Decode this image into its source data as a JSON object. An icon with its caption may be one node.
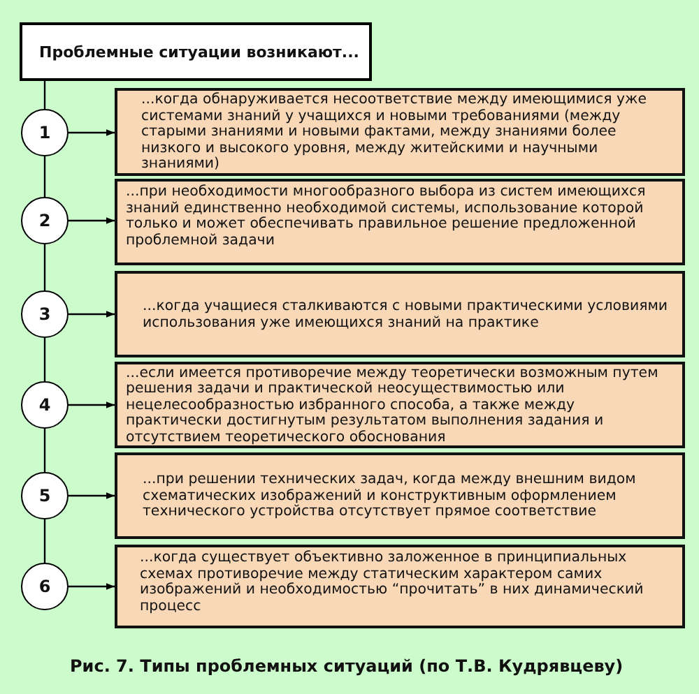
{
  "diagram": {
    "caption": "Рис. 7. Типы проблемных ситуаций (по Т.В. Кудрявцеву)",
    "nodes": [
      {
        "text": [
          "Проблемные ситуации возникают..."
        ]
      },
      {
        "text": [
          "1"
        ]
      },
      {
        "text": [
          "...когда обнаруживается несоответствие между имеющимися уже системами знаний у учащихся и новыми требованиями (между старыми знаниями и новыми фактами, между знаниями более низкого и высокого уровня, между житейскими и научными знаниями)"
        ]
      },
      {
        "text": [
          "2"
        ]
      },
      {
        "text": [
          "...при необходимости многообразного выбора из систем имеющихся знаний единственно необходимой системы, использование которой только и может обеспечивать правильное решение предложенной проблемной задачи"
        ]
      },
      {
        "text": [
          "3"
        ]
      },
      {
        "text": [
          "...когда учащиеся сталкиваются с новыми практическими условиями использования уже имеющихся знаний на практике"
        ]
      },
      {
        "text": [
          "4"
        ]
      },
      {
        "text": [
          "...если имеется противоречие между теоретически возможным путем решения задачи и практической неосуществимостью или нецелесообразностью избранного способа, а также между практически достигнутым результатом выполнения задания и отсутствием теоретического обоснования"
        ]
      },
      {
        "text": [
          "5"
        ]
      },
      {
        "text": [
          "...при решении технических задач, когда между внешним видом схематических изображений и конструктивным оформлением технического устройства отсутствует прямое соответствие"
        ]
      },
      {
        "text": [
          "6"
        ]
      },
      {
        "text": [
          "...когда существует объективно заложенное в принципиальных схемах  противоречие между статическим характером самих изображений и необходимостью “прочитать” в них динамический процесс"
        ]
      }
    ],
    "edges": [
      {
        "from": 0,
        "to": 1,
        "arrow": "none"
      },
      {
        "from": 1,
        "to": 3,
        "arrow": "none"
      },
      {
        "from": 3,
        "to": 5,
        "arrow": "none"
      },
      {
        "from": 5,
        "to": 7,
        "arrow": "none"
      },
      {
        "from": 7,
        "to": 9,
        "arrow": "none"
      },
      {
        "from": 9,
        "to": 11,
        "arrow": "none"
      },
      {
        "from": 1,
        "to": 2,
        "arrow": "to"
      },
      {
        "from": 3,
        "to": 4,
        "arrow": "to"
      },
      {
        "from": 5,
        "to": 6,
        "arrow": "to"
      },
      {
        "from": 7,
        "to": 8,
        "arrow": "to"
      },
      {
        "from": 9,
        "to": 10,
        "arrow": "to"
      },
      {
        "from": 11,
        "to": 12,
        "arrow": "to"
      }
    ]
  }
}
